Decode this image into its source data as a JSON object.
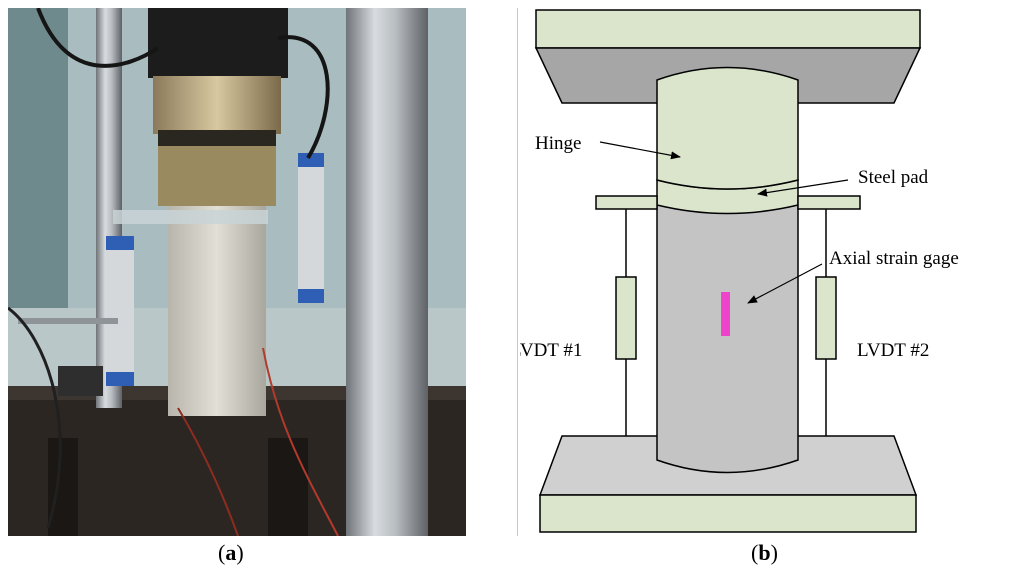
{
  "panel_a": {
    "caption_open": "(",
    "caption_letter": "a",
    "caption_close": ")"
  },
  "panel_b": {
    "caption_open": "(",
    "caption_letter": "b",
    "caption_close": ")",
    "labels": {
      "hinge": "Hinge",
      "steel_pad": "Steel pad",
      "strain_gage": "Axial strain gage",
      "lvdt1": "LVDT #1",
      "lvdt2": "LVDT #2"
    },
    "colors": {
      "plate_light": "#dbe5cc",
      "plate_dark": "#a6a6a6",
      "base_gray": "#d0d0d0",
      "specimen": "#c4c4c4",
      "hinge": "#dbe5cc",
      "strain_gage": "#ee44cc",
      "outline": "#000000"
    }
  }
}
